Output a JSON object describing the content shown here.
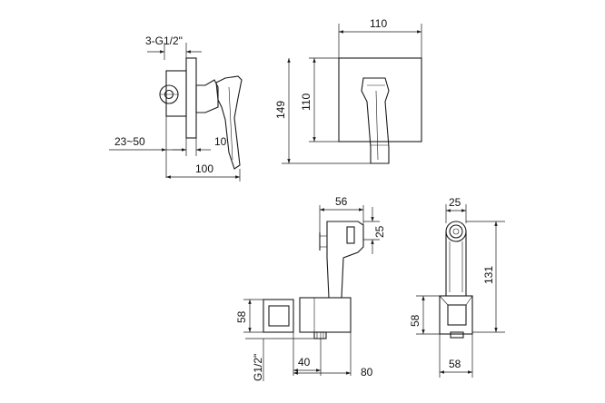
{
  "dimensions": {
    "side_view": {
      "thread_inlet": "3-G1/2\"",
      "wall_depth_range": "23~50",
      "plate_thickness": "10",
      "total_depth": "100"
    },
    "front_view": {
      "plate_width": "110",
      "plate_height": "110",
      "overall_height": "149"
    },
    "shower_side_view": {
      "head_width": "56",
      "head_offset": "25",
      "holder_size": "58",
      "outlet_thread": "G1/2\"",
      "outlet_offset": "40",
      "holder_depth": "80"
    },
    "shower_front_view": {
      "head_width": "25",
      "head_height": "131",
      "holder_height": "58",
      "holder_width": "58"
    }
  }
}
